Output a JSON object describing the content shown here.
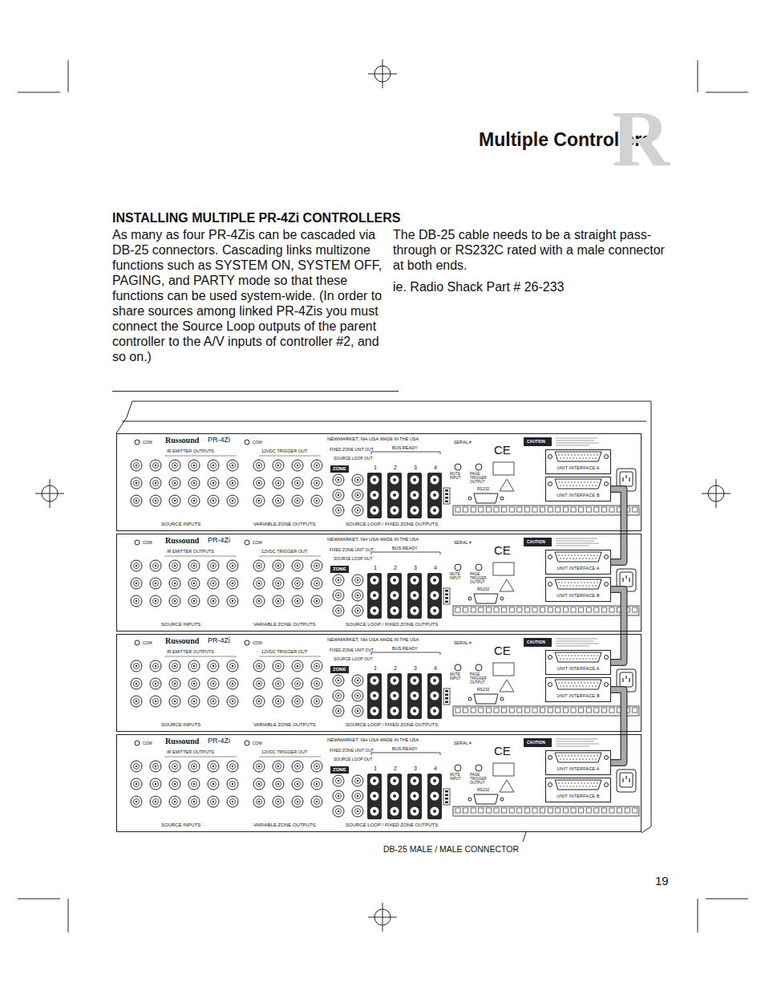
{
  "diagram": {
    "title": "Multiple Controllers",
    "nodes": [
      {
        "text": [
          "PR-4Zi"
        ]
      },
      {
        "text": [
          "UNIT INTERFACE A"
        ],
        "in": 0
      },
      {
        "text": [
          "UNIT INTERFACE B"
        ],
        "in": 0
      },
      {
        "text": [
          "PR-4Zi"
        ]
      },
      {
        "text": [
          "UNIT INTERFACE A"
        ],
        "in": 3
      },
      {
        "text": [
          "UNIT INTERFACE B"
        ],
        "in": 3
      },
      {
        "text": [
          "PR-4Zi"
        ]
      },
      {
        "text": [
          "UNIT INTERFACE A"
        ],
        "in": 6
      },
      {
        "text": [
          "UNIT INTERFACE B"
        ],
        "in": 6
      },
      {
        "text": [
          "PR-4Zi"
        ]
      },
      {
        "text": [
          "UNIT INTERFACE A"
        ],
        "in": 9
      },
      {
        "text": [
          "UNIT INTERFACE B"
        ],
        "in": 9
      }
    ],
    "edges": [
      {
        "from": 2,
        "to": 4,
        "arrow": "none"
      },
      {
        "from": 5,
        "to": 7,
        "arrow": "none"
      },
      {
        "from": 8,
        "to": 10,
        "arrow": "none"
      }
    ],
    "labels": [
      "INSTALLING MULTIPLE PR-4Zi CONTROLLERS",
      "As many as four PR-4Zis can be cascaded via DB-25 connectors. Cascading links multizone functions such as SYSTEM ON, SYSTEM OFF, PAGING, and PARTY mode so that these functions can be used system-wide. (In order to share sources among linked PR-4Zis you must connect the Source Loop outputs of the parent controller to the A/V inputs of controller #2, and so on.)",
      "The DB-25 cable needs to be a straight pass-through or RS232C rated with a male connector at both ends.",
      "ie. Radio Shack Part # 26-233",
      "R",
      "COM",
      "Russound",
      "IR EMITTER OUTPUTS",
      "COM",
      "12VDC TRIGGER OUT",
      "NEWMARKET, NH USA",
      "MADE IN THE USA",
      "FIXED ZONE UNIT OUT",
      "SOURCE LOOP OUT",
      "BUS READY",
      "ZONE",
      "1",
      "2",
      "3",
      "4",
      "SERIAL #",
      "CE",
      "CAUTION",
      "MUTE INPUT",
      "PAGE TRIGGER OUTPUT",
      "RS232",
      "SOURCE INPUTS",
      "VARIABLE ZONE OUTPUTS",
      "SOURCE LOOP / FIXED ZONE OUTPUTS",
      "COM",
      "Russound",
      "IR EMITTER OUTPUTS",
      "COM",
      "12VDC TRIGGER OUT",
      "NEWMARKET, NH USA",
      "MADE IN THE USA",
      "FIXED ZONE UNIT OUT",
      "SOURCE LOOP OUT",
      "BUS READY",
      "ZONE",
      "1",
      "2",
      "3",
      "4",
      "SERIAL #",
      "CE",
      "CAUTION",
      "MUTE INPUT",
      "PAGE TRIGGER OUTPUT",
      "RS232",
      "SOURCE INPUTS",
      "VARIABLE ZONE OUTPUTS",
      "SOURCE LOOP / FIXED ZONE OUTPUTS",
      "COM",
      "Russound",
      "IR EMITTER OUTPUTS",
      "COM",
      "12VDC TRIGGER OUT",
      "NEWMARKET, NH USA",
      "MADE IN THE USA",
      "FIXED ZONE UNIT OUT",
      "SOURCE LOOP OUT",
      "BUS READY",
      "ZONE",
      "1",
      "2",
      "3",
      "4",
      "SERIAL #",
      "CE",
      "CAUTION",
      "MUTE INPUT",
      "PAGE TRIGGER OUTPUT",
      "RS232",
      "SOURCE INPUTS",
      "VARIABLE ZONE OUTPUTS",
      "SOURCE LOOP / FIXED ZONE OUTPUTS",
      "COM",
      "Russound",
      "IR EMITTER OUTPUTS",
      "COM",
      "12VDC TRIGGER OUT",
      "NEWMARKET, NH USA",
      "MADE IN THE USA",
      "FIXED ZONE UNIT OUT",
      "SOURCE LOOP OUT",
      "BUS READY",
      "ZONE",
      "1",
      "2",
      "3",
      "4",
      "SERIAL #",
      "CE",
      "CAUTION",
      "MUTE INPUT",
      "PAGE TRIGGER OUTPUT",
      "RS232",
      "SOURCE INPUTS",
      "VARIABLE ZONE OUTPUTS",
      "SOURCE LOOP / FIXED ZONE OUTPUTS",
      "DB-25 MALE / MALE CONNECTOR",
      "19"
    ]
  }
}
